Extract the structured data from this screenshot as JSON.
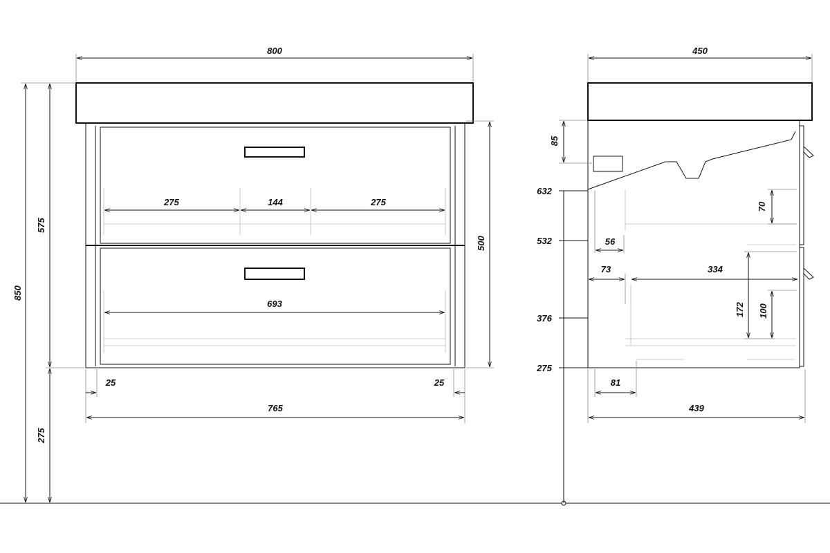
{
  "front_view": {
    "total_width": "800",
    "total_height": "850",
    "cabinet_height": "575",
    "floor_clearance": "275",
    "body_height": "500",
    "upper_left_compartment": "275",
    "upper_middle_compartment": "144",
    "upper_right_compartment": "275",
    "lower_inner_width": "693",
    "left_side_offset": "25",
    "right_side_offset": "25",
    "body_width": "765"
  },
  "side_view": {
    "total_depth": "450",
    "top_drop": "85",
    "level_632": "632",
    "level_532": "532",
    "level_376": "376",
    "level_275": "275",
    "upper_drawer_height": "70",
    "inner_offset_56": "56",
    "rear_offset": "73",
    "drawer_depth": "334",
    "lower_drawer_height_outer": "172",
    "lower_drawer_height_inner": "100",
    "bottom_offset": "81",
    "body_depth": "439"
  }
}
